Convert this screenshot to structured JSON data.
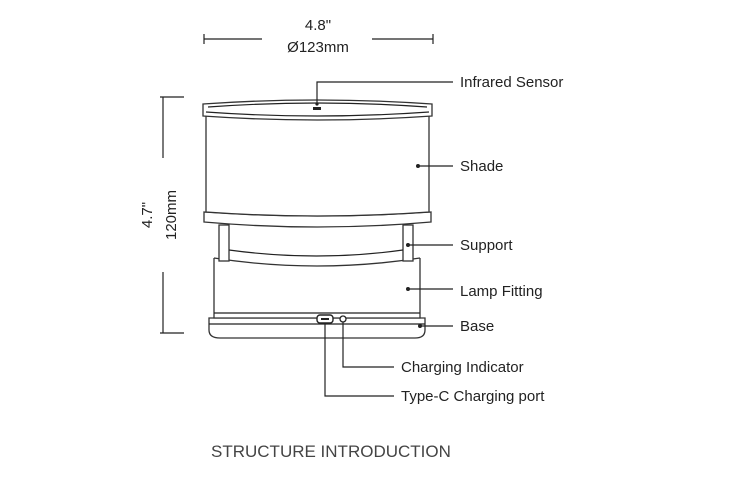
{
  "dimensions": {
    "width_inch": "4.8\"",
    "width_mm": "Ø123mm",
    "height_inch": "4.7\"",
    "height_mm": "120mm"
  },
  "labels": {
    "infrared_sensor": "Infrared Sensor",
    "shade": "Shade",
    "support": "Support",
    "lamp_fitting": "Lamp Fitting",
    "base": "Base",
    "charging_indicator": "Charging Indicator",
    "type_c_port": "Type-C Charging port"
  },
  "title": "STRUCTURE INTRODUCTION"
}
